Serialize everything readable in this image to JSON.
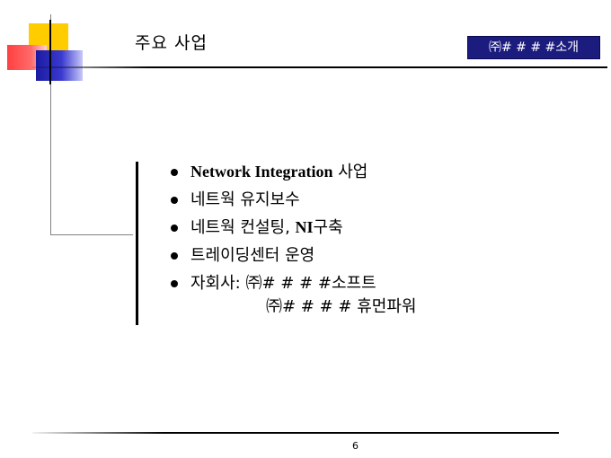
{
  "slide": {
    "title": "주요 사업",
    "company_label": "㈜# # # #소개",
    "page_number": "6"
  },
  "content": {
    "items": [
      {
        "lead": "Network Integration",
        "tail": " 사업"
      },
      {
        "lead": "네트웍 유지보수",
        "tail": ""
      },
      {
        "lead": "네트웍 컨설팅, ",
        "serif": "NI",
        "tail": "구축"
      },
      {
        "lead": "트레이딩센터 운영",
        "tail": ""
      },
      {
        "lead": "자회사: ",
        "tail": "㈜# # # #소프트"
      }
    ],
    "continuation": "㈜# # # # 휴먼파워"
  },
  "colors": {
    "badge_background": "#1c1c7e",
    "deco_yellow": "#ffcc00",
    "deco_red": "#ff4040",
    "deco_blue": "#1a1aa0"
  }
}
